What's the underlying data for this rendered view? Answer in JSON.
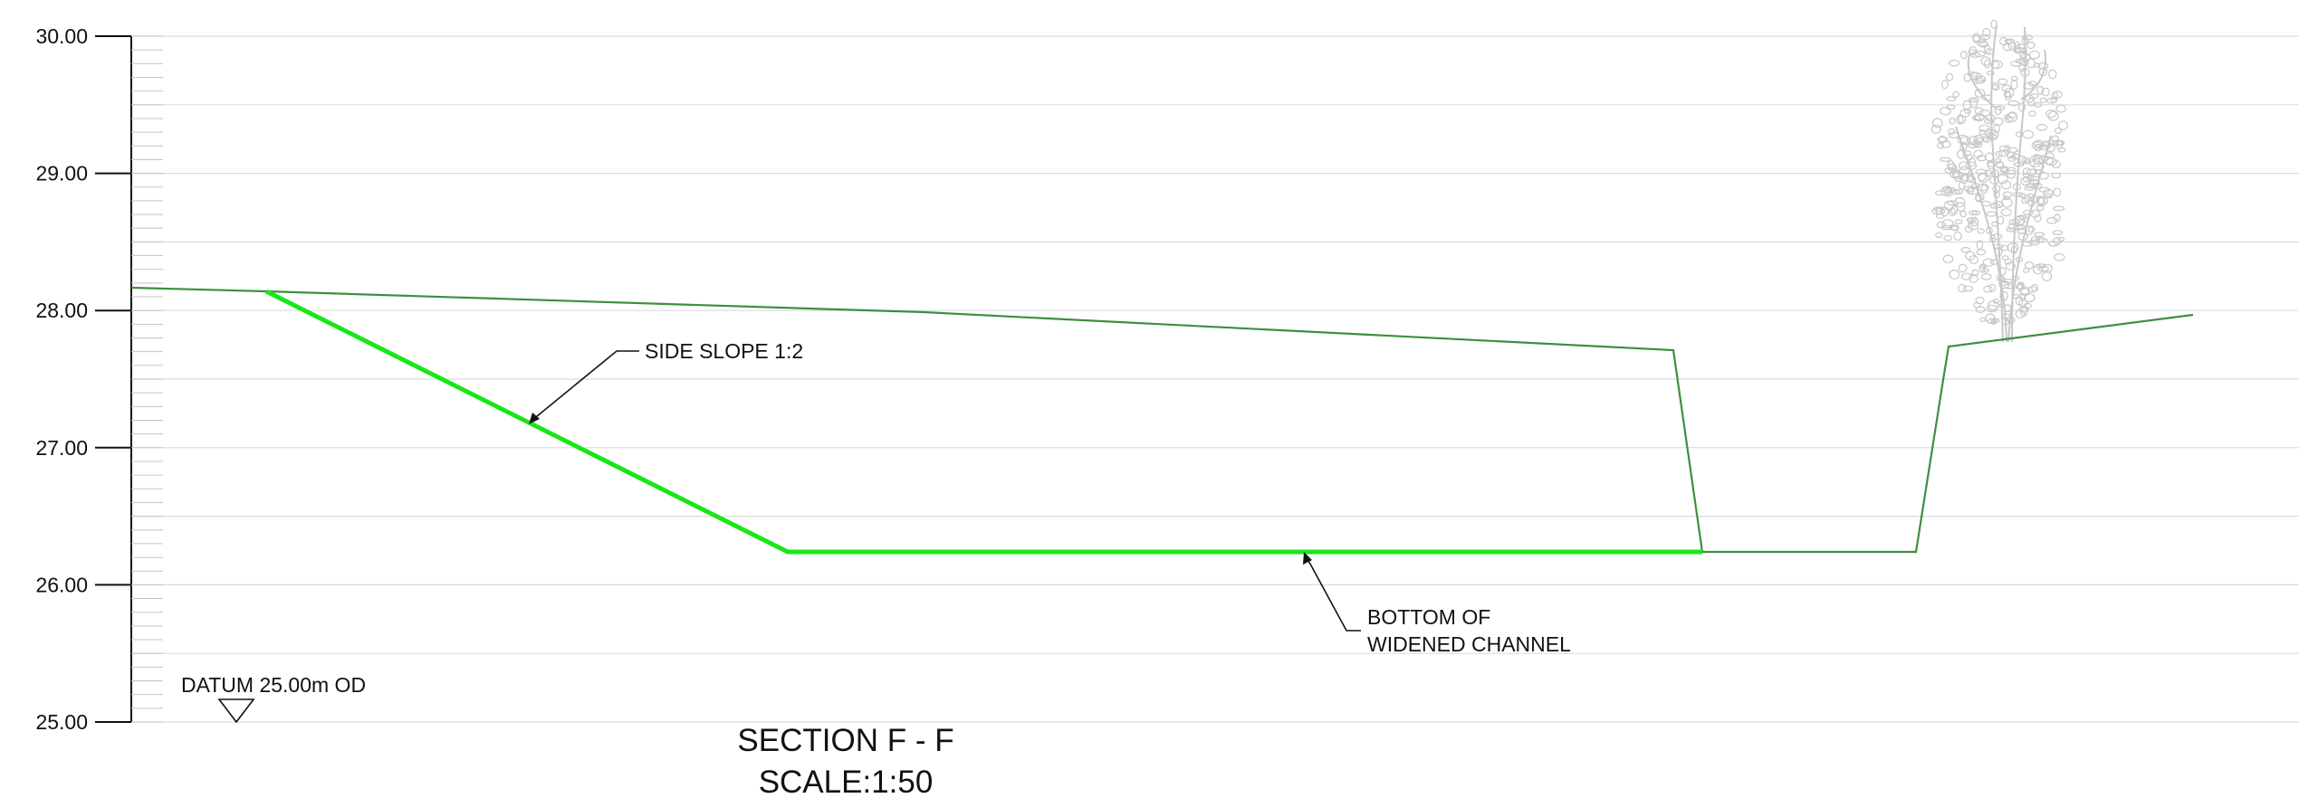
{
  "drawing": {
    "title": "SECTION F - F",
    "scale": "SCALE:1:50",
    "datum_label": "DATUM 25.00m OD",
    "annotations": {
      "side_slope": "SIDE SLOPE 1:2",
      "bottom_line1": "BOTTOM OF",
      "bottom_line2": "WIDENED CHANNEL"
    },
    "level_axis": {
      "ticks": [
        "30.00",
        "29.00",
        "28.00",
        "27.00",
        "26.00",
        "25.00"
      ],
      "range_m": [
        25.0,
        30.0
      ]
    },
    "colors": {
      "existing_ground": "#3d8f3d",
      "proposed_profile": "#19e619",
      "gridline": "#dcdcdc",
      "axis": "#111111",
      "tree": "#c8c8c8"
    },
    "icons": {
      "datum_marker": "datum-triangle-icon",
      "tree": "tree-icon"
    }
  }
}
